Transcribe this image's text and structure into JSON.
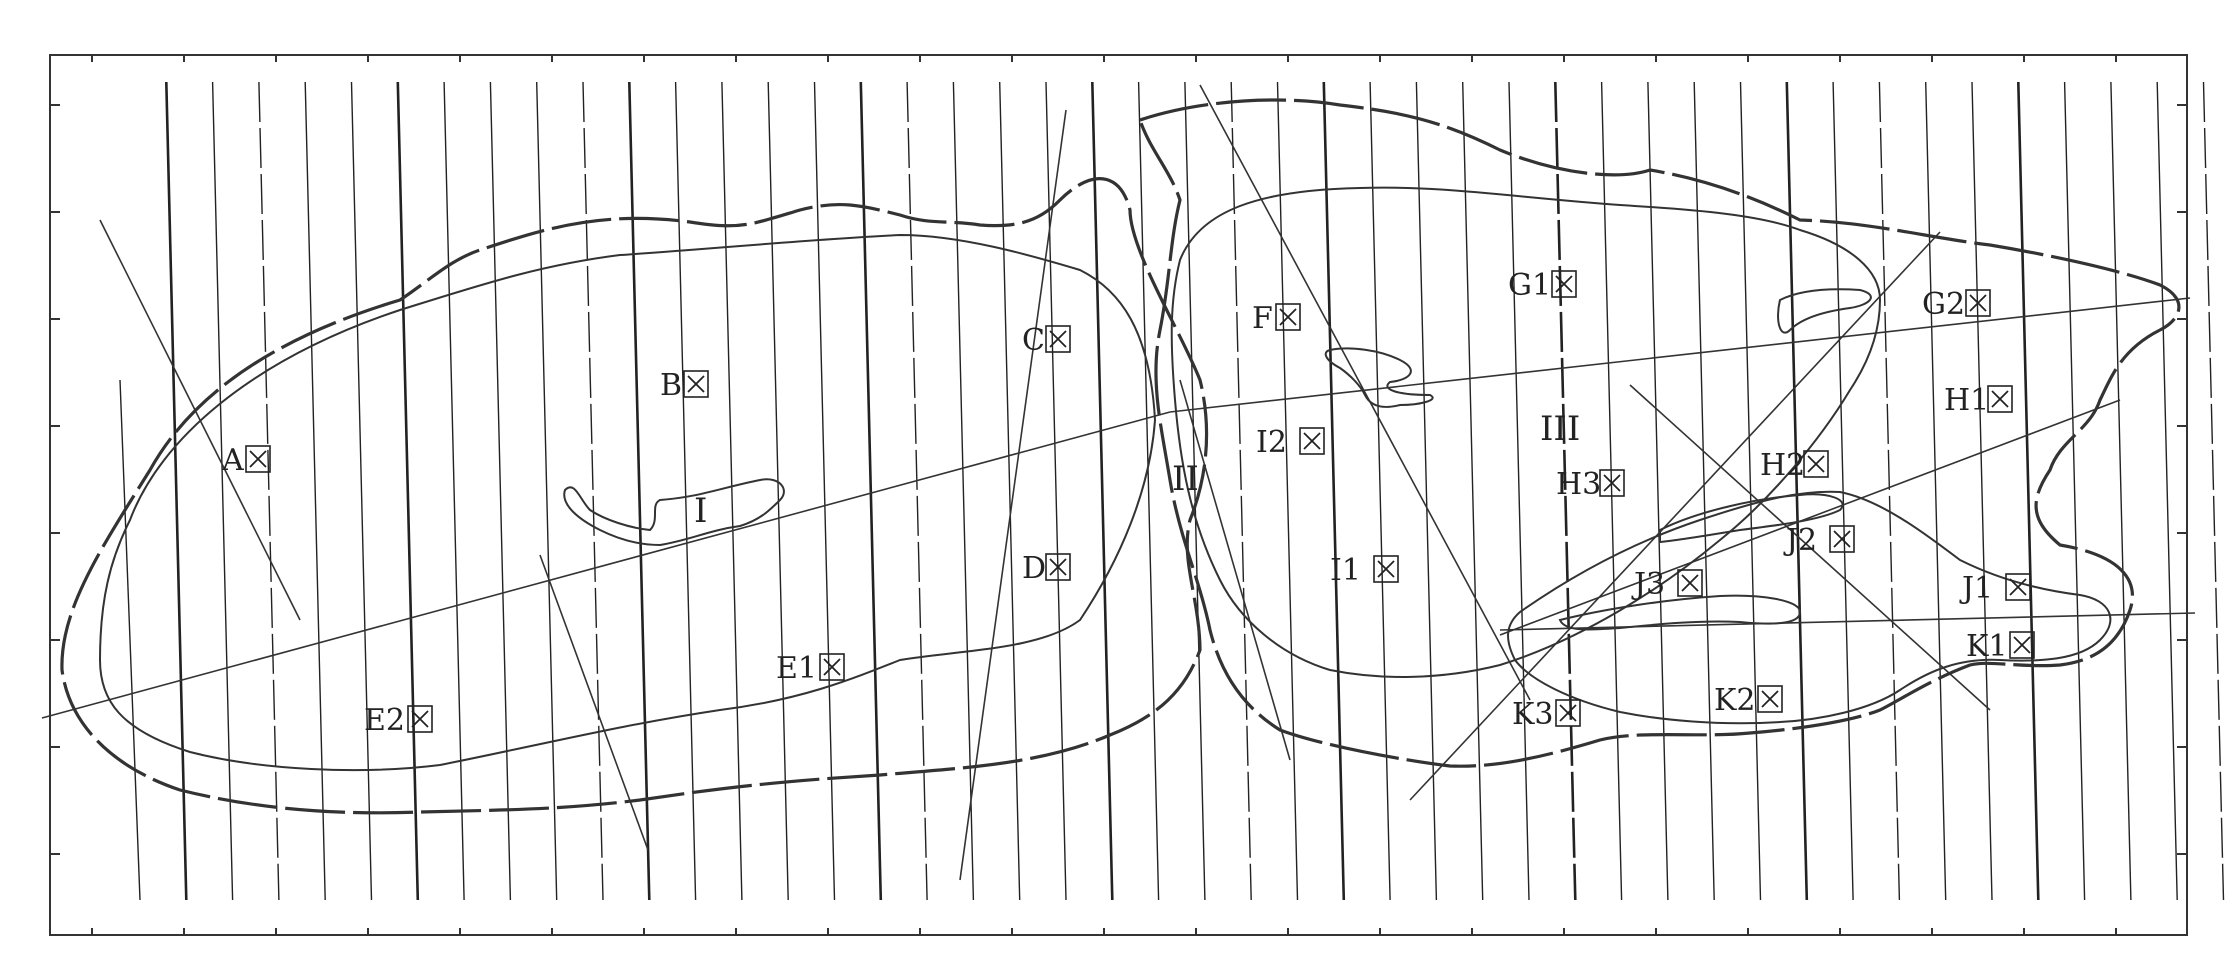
{
  "map": {
    "zones": [
      {
        "id": "zone-i",
        "label": "I"
      },
      {
        "id": "zone-ii",
        "label": "II"
      },
      {
        "id": "zone-iii",
        "label": "III"
      }
    ],
    "areas": [
      {
        "id": "area-a",
        "label": "A",
        "marker": true
      },
      {
        "id": "area-b",
        "label": "B",
        "marker": true
      },
      {
        "id": "area-c",
        "label": "C",
        "marker": true
      },
      {
        "id": "area-d",
        "label": "D",
        "marker": true
      },
      {
        "id": "area-e1",
        "label": "E1",
        "marker": true
      },
      {
        "id": "area-e2",
        "label": "E2",
        "marker": true
      },
      {
        "id": "area-f",
        "label": "F",
        "marker": true
      },
      {
        "id": "area-g1",
        "label": "G1",
        "marker": true
      },
      {
        "id": "area-g2",
        "label": "G2",
        "marker": true
      },
      {
        "id": "area-h1",
        "label": "H1",
        "marker": true
      },
      {
        "id": "area-h2",
        "label": "H2",
        "marker": true
      },
      {
        "id": "area-h3",
        "label": "H3",
        "marker": true
      },
      {
        "id": "area-i1",
        "label": "I1",
        "marker": true
      },
      {
        "id": "area-i2",
        "label": "I2",
        "marker": true
      },
      {
        "id": "area-j1",
        "label": "J1",
        "marker": true
      },
      {
        "id": "area-j2",
        "label": "J2",
        "marker": true
      },
      {
        "id": "area-j3",
        "label": "J3",
        "marker": true
      },
      {
        "id": "area-k1",
        "label": "K1",
        "marker": true
      },
      {
        "id": "area-k2",
        "label": "K2",
        "marker": true
      },
      {
        "id": "area-k3",
        "label": "K3",
        "marker": true
      }
    ],
    "colors": {
      "line": "#222222",
      "background": "#ffffff"
    }
  }
}
